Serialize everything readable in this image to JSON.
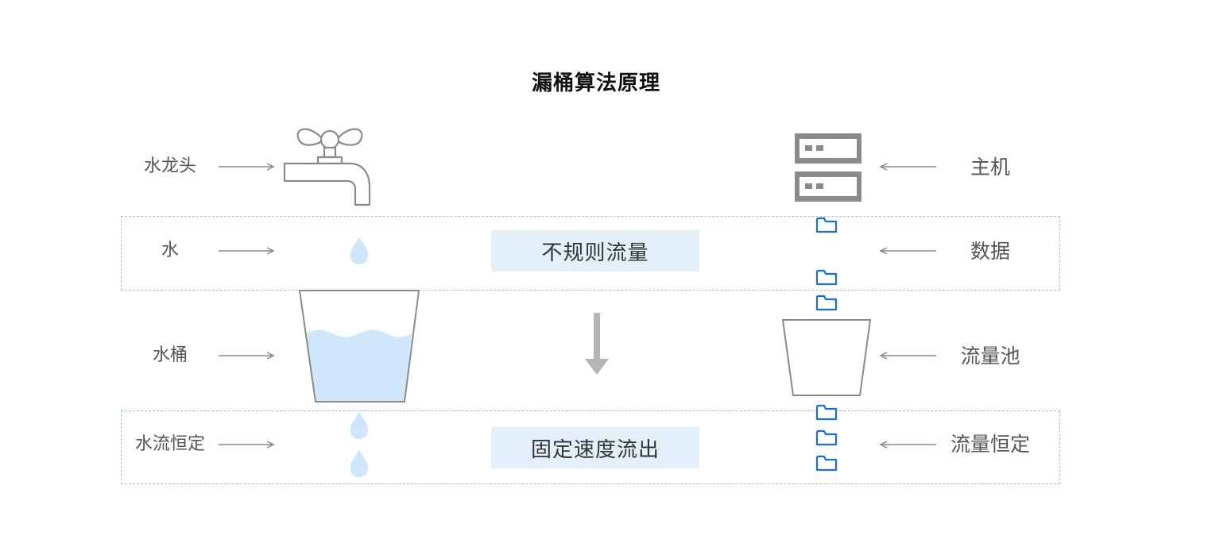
{
  "title": "漏桶算法原理",
  "left_labels": {
    "faucet": "水龙头",
    "water": "水",
    "bucket": "水桶",
    "constant_flow": "水流恒定"
  },
  "right_labels": {
    "host": "主机",
    "data": "数据",
    "pool": "流量池",
    "constant_traffic": "流量恒定"
  },
  "center": {
    "irregular": "不规则流量",
    "fixed": "固定速度流出"
  },
  "colors": {
    "water": "#cfe6fb",
    "dashed_border": "#9fc2e2",
    "center_box": "#e3eff9",
    "folder_icon": "#1a6fd0",
    "server": "#8a8a8a",
    "down_arrow": "#b5b5b5"
  }
}
